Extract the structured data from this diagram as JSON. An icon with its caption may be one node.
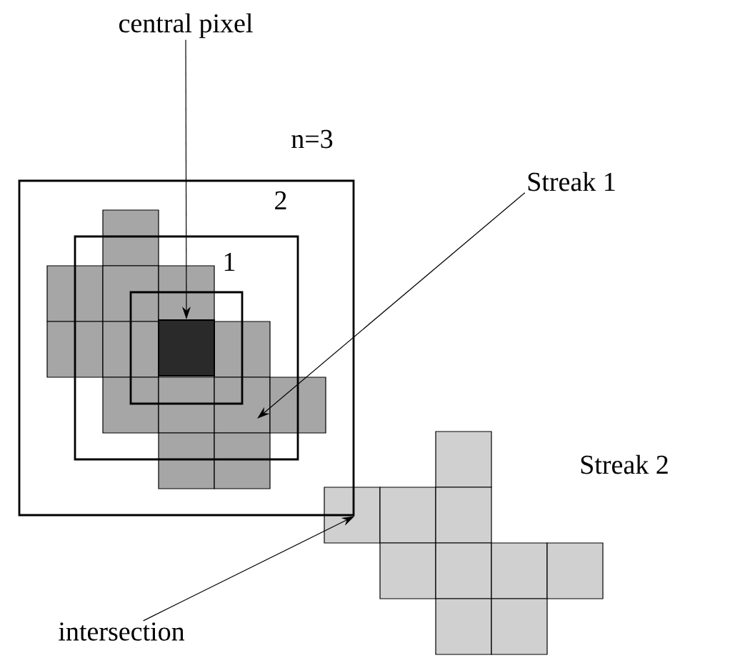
{
  "diagram": {
    "nodes": [
      {
        "text": [
          "central pixel"
        ]
      },
      {
        "text": [
          "n=3"
        ]
      },
      {
        "text": [
          "2"
        ],
        "in": 1
      },
      {
        "text": [
          "1"
        ],
        "in": 2
      },
      {
        "text": [],
        "shape": "box",
        "in": 3
      },
      {
        "text": [
          "Streak 1"
        ]
      },
      {
        "text": [
          "intersection"
        ]
      }
    ],
    "edges": [
      {
        "from": 0,
        "to": 4,
        "arrow": "to"
      },
      {
        "from": 5,
        "to": null,
        "arrow": "to"
      },
      {
        "from": 6,
        "to": 1,
        "arrow": "to"
      }
    ],
    "labels": [
      "Streak 2"
    ]
  }
}
